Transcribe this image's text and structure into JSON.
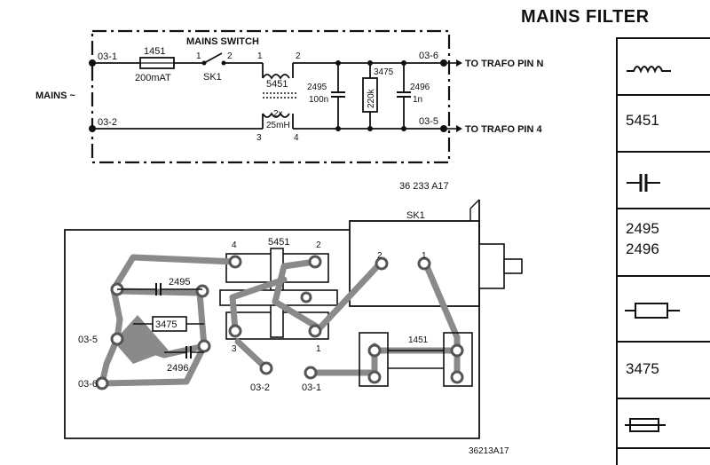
{
  "title": "MAINS FILTER",
  "schematic": {
    "input_label": "MAINS ~",
    "conn_in_top": "03-1",
    "conn_in_bottom": "03-2",
    "fuse_ref": "1451",
    "fuse_value": "200mAT",
    "switch_title": "MAINS SWITCH",
    "switch_ref": "SK1",
    "switch_pin1": "1",
    "switch_pin2": "2",
    "coil_ref": "5451",
    "coil_value_line1": "2x",
    "coil_value_line2": "25mH",
    "coil_pin1": "1",
    "coil_pin2": "2",
    "coil_pin3": "3",
    "coil_pin4": "4",
    "cap1_ref": "2495",
    "cap1_value": "100n",
    "res_ref": "3475",
    "res_value": "220k",
    "cap2_ref": "2496",
    "cap2_value": "1n",
    "conn_out_top": "03-6",
    "conn_out_bottom": "03-5",
    "out_top_label": "TO TRAFO PIN N",
    "out_bottom_label": "TO TRAFO PIN 4",
    "drawing_code": "36 233 A17"
  },
  "pcb": {
    "switch_ref": "SK1",
    "coil_ref": "5451",
    "pin4": "4",
    "pin2": "2",
    "pin3": "3",
    "pin1": "1",
    "sw_pin2": "2",
    "sw_pin1": "1",
    "cap1_ref": "2495",
    "res_ref": "3475",
    "cap2_ref": "2496",
    "fuse_ref": "1451",
    "conn_5": "03-5",
    "conn_6": "03-6",
    "conn_2": "03-2",
    "conn_1": "03-1",
    "drawing_code": "36213A17"
  },
  "legend": {
    "items": [
      {
        "symbol": "coil-icon"
      },
      {
        "text_lines": [
          "5451"
        ]
      },
      {
        "symbol": "capacitor-icon"
      },
      {
        "text_lines": [
          "2495",
          "2496"
        ]
      },
      {
        "symbol": "resistor-icon"
      },
      {
        "text_lines": [
          "3475"
        ]
      },
      {
        "symbol": "fuse-icon"
      }
    ]
  }
}
